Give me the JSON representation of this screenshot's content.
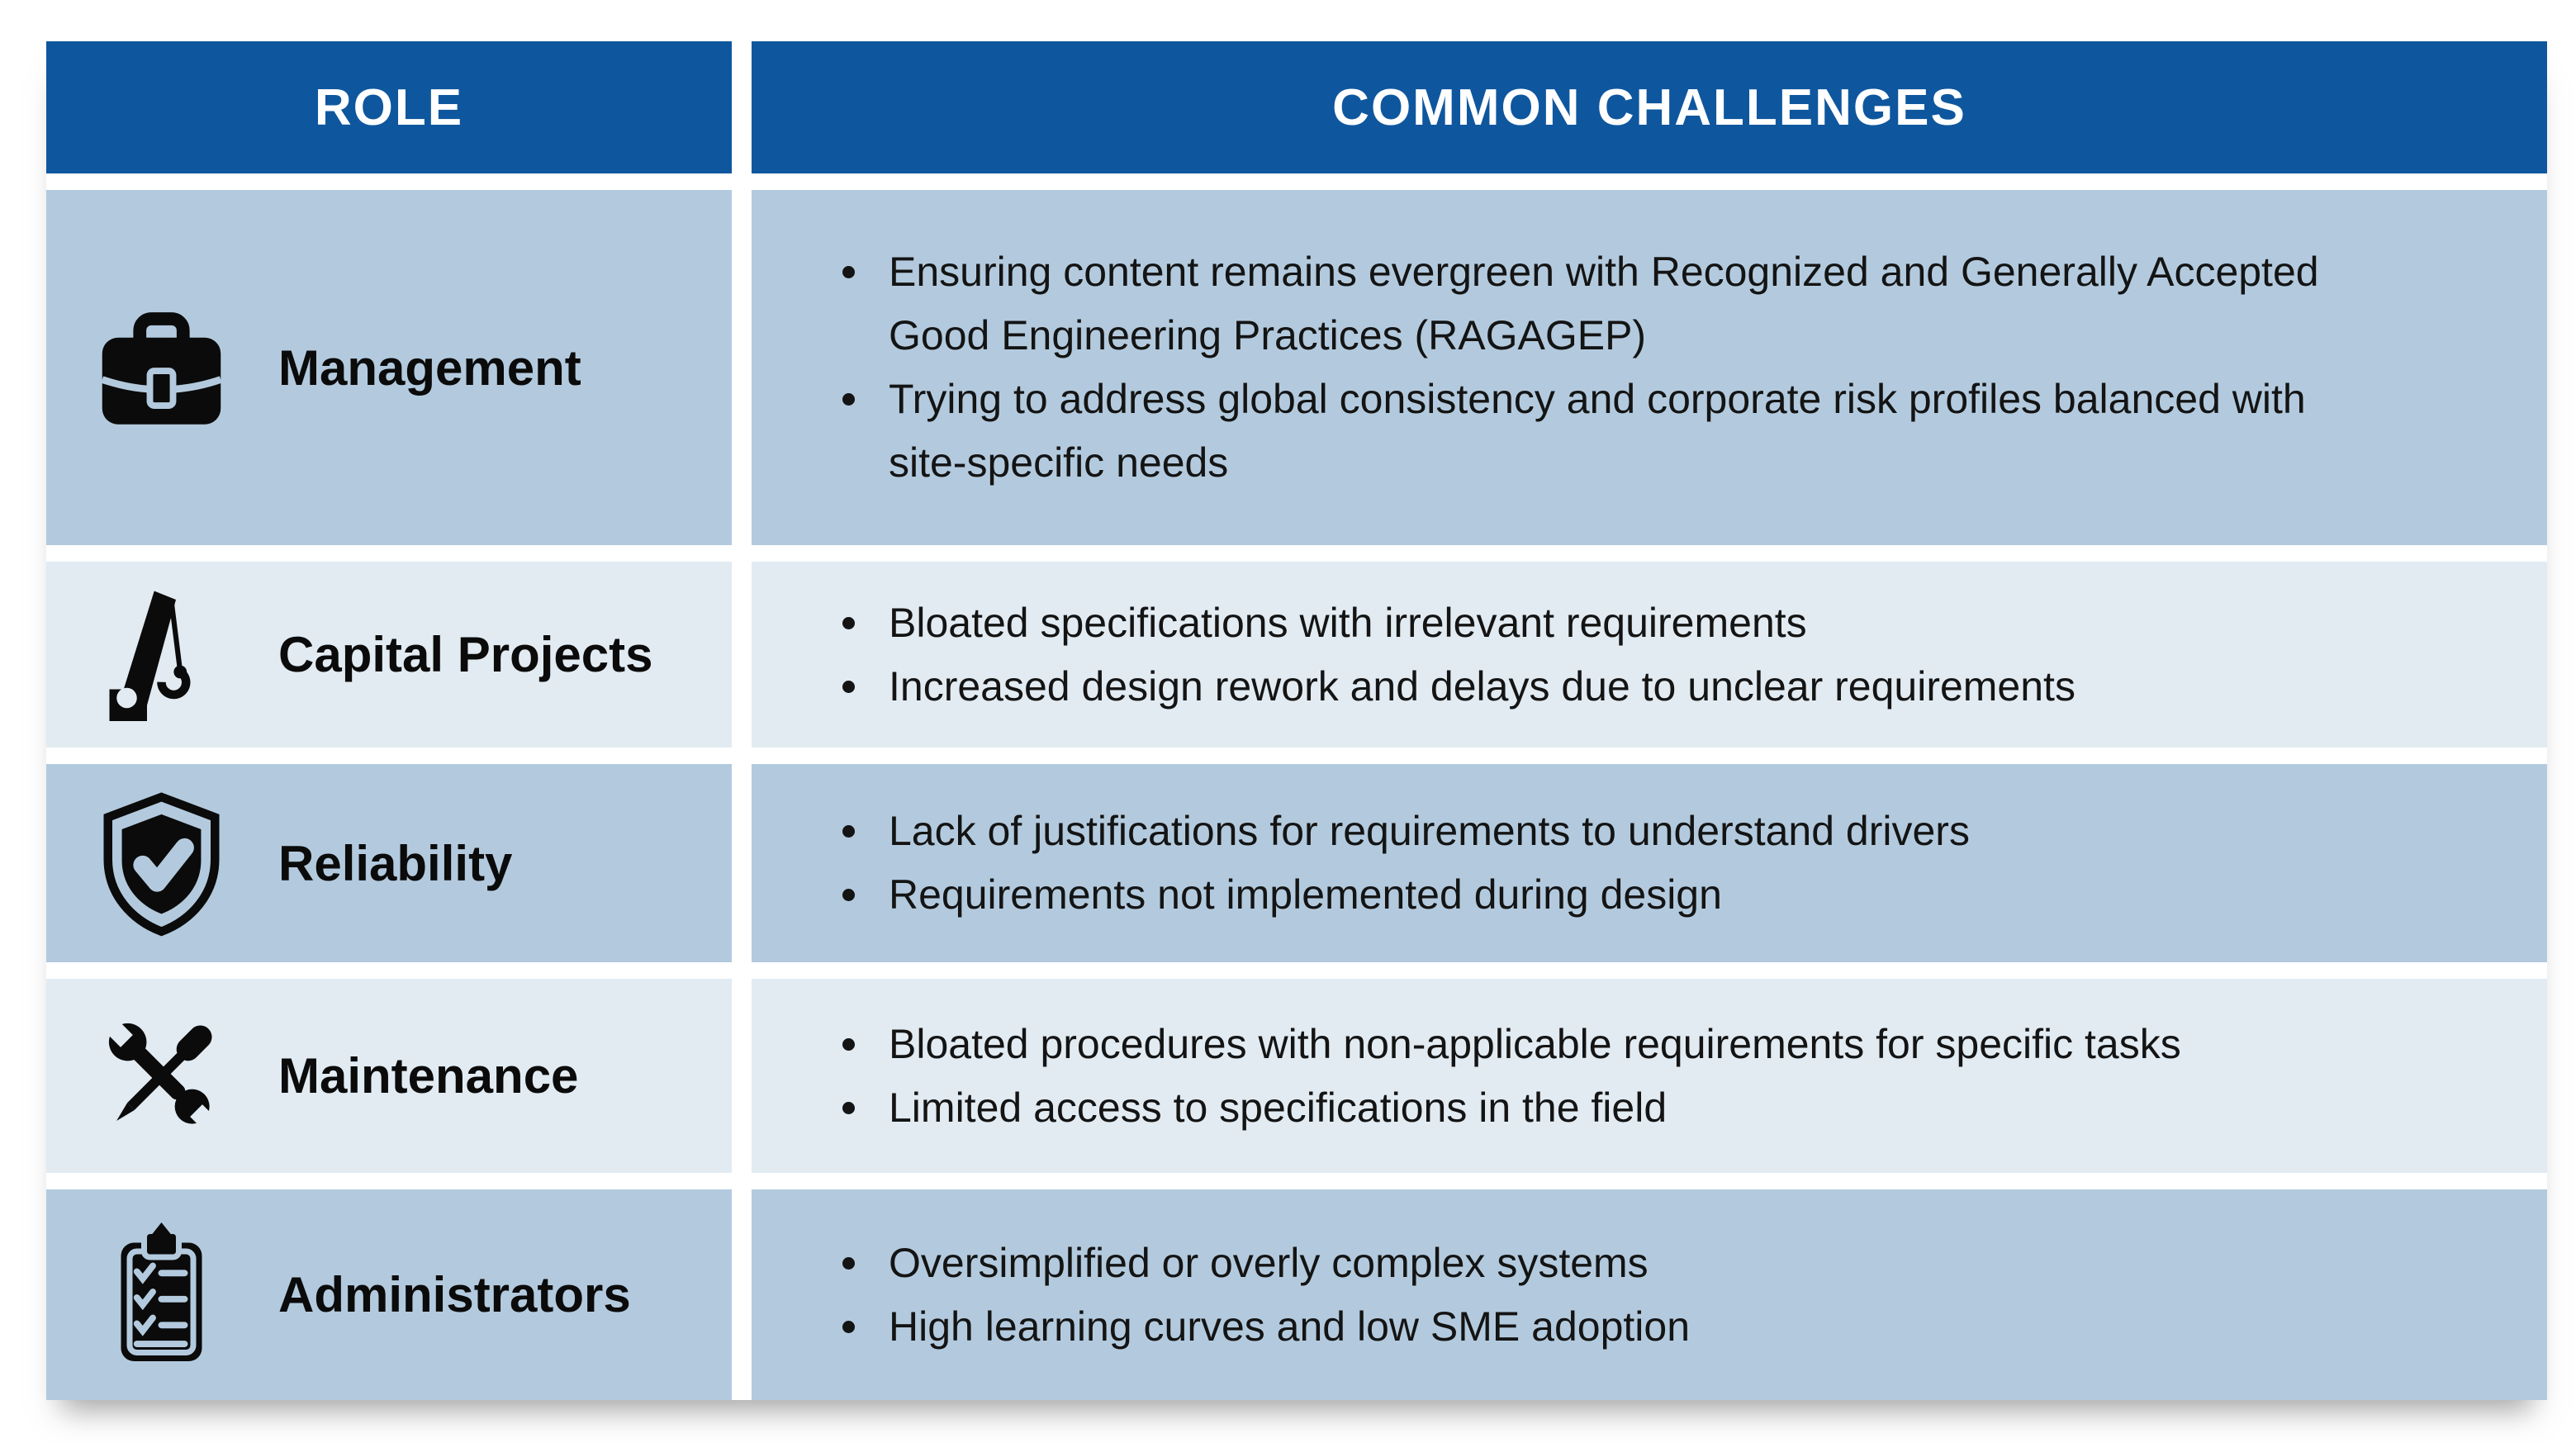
{
  "header": {
    "role": "ROLE",
    "challenges": "COMMON CHALLENGES"
  },
  "colors": {
    "header_bg": "#0E579E",
    "header_text": "#FFFFFF",
    "row_dark": "#B3CADE",
    "row_light": "#E2EBF2",
    "body_text": "#141414",
    "icon_color": "#0B0B0B"
  },
  "rows": [
    {
      "role": "Management",
      "icon": "briefcase-icon",
      "shade": "dark",
      "challenges": [
        "Ensuring content remains evergreen with Recognized and Generally Accepted Good Engineering Practices (RAGAGEP)",
        "Trying to address global consistency and corporate risk profiles balanced with site-specific needs"
      ]
    },
    {
      "role": "Capital Projects",
      "icon": "crane-icon",
      "shade": "light",
      "challenges": [
        "Bloated specifications with irrelevant requirements",
        "Increased design rework and delays due to unclear requirements"
      ]
    },
    {
      "role": "Reliability",
      "icon": "shield-check-icon",
      "shade": "dark",
      "challenges": [
        "Lack of justifications for requirements to understand drivers",
        "Requirements not implemented during design"
      ]
    },
    {
      "role": "Maintenance",
      "icon": "tools-icon",
      "shade": "light",
      "challenges": [
        "Bloated procedures with non-applicable requirements for specific tasks",
        "Limited access to specifications in the field"
      ]
    },
    {
      "role": "Administrators",
      "icon": "clipboard-check-icon",
      "shade": "dark",
      "challenges": [
        "Oversimplified or overly complex systems",
        "High learning curves and low SME adoption"
      ]
    }
  ]
}
